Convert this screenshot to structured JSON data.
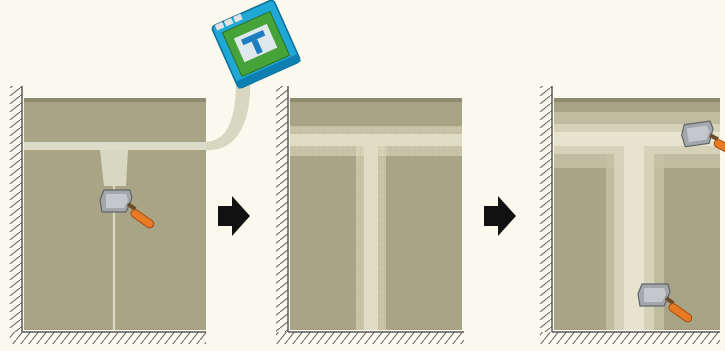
{
  "colors": {
    "background": "#fbf9ee",
    "wall": "#a9a486",
    "wall_edge": "#7d7960",
    "crack_filler": "#e6e3cf",
    "hatch": "#5b5b5b",
    "arrow": "#111111",
    "bag_blue": "#1fa7d6",
    "bag_green": "#46a33a",
    "trowel_blade": "#9ea3a8",
    "trowel_handle": "#e77b26"
  },
  "steps": [
    {
      "step": 1,
      "icons": [
        "filler-bag-icon",
        "putty-knife-icon"
      ]
    },
    {
      "step": 2,
      "icons": []
    },
    {
      "step": 3,
      "icons": [
        "putty-knife-icon",
        "putty-knife-icon"
      ]
    }
  ],
  "connectors": [
    "arrow-right-icon",
    "arrow-right-icon"
  ]
}
